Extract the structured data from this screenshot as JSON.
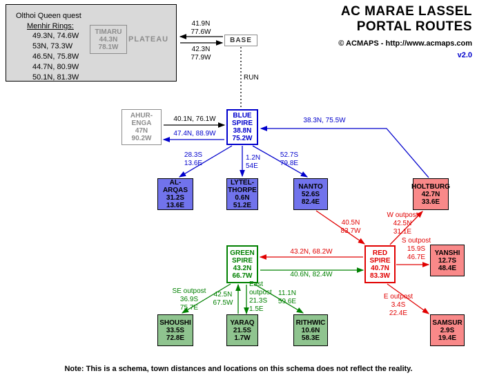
{
  "header": {
    "title_line1": "AC MARAE LASSEL",
    "title_line2": "PORTAL ROUTES",
    "copyright": "© ACMAPS - http://www.acmaps.com",
    "version": "v2.0"
  },
  "quest_box": {
    "title": "Olthoi Queen quest",
    "subtitle": "Menhir Rings:",
    "rings": [
      "49.3N, 74.6W",
      "53N, 73.3W",
      "46.5N, 75.8W",
      "44.7N, 80.9W",
      "50.1N, 81.3W"
    ],
    "plateau_label": "PLATEAU"
  },
  "nodes": {
    "timaru": {
      "name": "TIMARU",
      "coords": "44.3N\n78.1W"
    },
    "base": {
      "name": "BASE"
    },
    "ahurenga": {
      "name": "AHUR-\nENGA",
      "coords": "47N\n90.2W"
    },
    "blue_spire": {
      "name": "BLUE\nSPIRE",
      "coords": "38.8N\n75.2W"
    },
    "al_arqas": {
      "name": "AL-ARQAS",
      "coords": "31.2S\n13.6E"
    },
    "lytelthorpe": {
      "name": "LYTEL-\nTHORPE",
      "coords": "0.6N\n51.2E"
    },
    "nanto": {
      "name": "NANTO",
      "coords": "52.6S\n82.4E"
    },
    "holtburg": {
      "name": "HOLTBURG",
      "coords": "42.7N\n33.6E"
    },
    "green_spire": {
      "name": "GREEN\nSPIRE",
      "coords": "43.2N\n66.7W"
    },
    "red_spire": {
      "name": "RED\nSPIRE",
      "coords": "40.7N\n83.3W"
    },
    "yanshi": {
      "name": "YANSHI",
      "coords": "12.7S\n48.4E"
    },
    "samsur": {
      "name": "SAMSUR",
      "coords": "2.9S\n19.4E"
    },
    "shoushi": {
      "name": "SHOUSHI",
      "coords": "33.5S\n72.8E"
    },
    "yaraq": {
      "name": "YARAQ",
      "coords": "21.5S\n1.7W"
    },
    "rithwic": {
      "name": "RITHWIC",
      "coords": "10.6N\n58.3E"
    }
  },
  "edges": {
    "base_to_plateau": "41.9N\n77.6W",
    "plateau_to_base": "42.3N\n77.9W",
    "run": "RUN",
    "ahurenga_to_bluespire": "40.1N, 76.1W",
    "bluespire_to_ahurenga": "47.4N, 88.9W",
    "holtburg_to_bluespire": "38.3N, 75.5W",
    "bluespire_to_alarqas": "28.3S\n13.6E",
    "bluespire_to_lytelthorpe": "1.2N\n54E",
    "bluespire_to_nanto": "52.7S\n79.8E",
    "nanto_to_redspire": "40.5N\n83.7W",
    "redspire_to_holtburg": "W outpost\n42.5N\n31.1E",
    "redspire_to_yanshi": "S outpost\n15.9S\n46.7E",
    "redspire_to_samsur": "E outpost\n3.4S\n22.4E",
    "redspire_to_greenspire": "43.2N, 68.2W",
    "greenspire_to_redspire": "40.6N, 82.4W",
    "greenspire_to_shoushi": "SE outpost\n36.9S\n75.7E",
    "yaraq_to_greenspire": "42.5N\n67.5W",
    "greenspire_to_yaraq": "East\noutpost\n21.3S\n1.5E",
    "greenspire_to_rithwic": "11.1N\n59.6E"
  },
  "colors": {
    "blue": "#0000cc",
    "red": "#e10000",
    "green": "#008000",
    "town_blue_fill": "#7173ec",
    "town_red_fill": "#f98989",
    "town_green_fill": "#8fc48f",
    "gray": "#8c8c8c"
  },
  "note": "Note: This is a schema, town distances and locations on this schema does not reflect the reality."
}
